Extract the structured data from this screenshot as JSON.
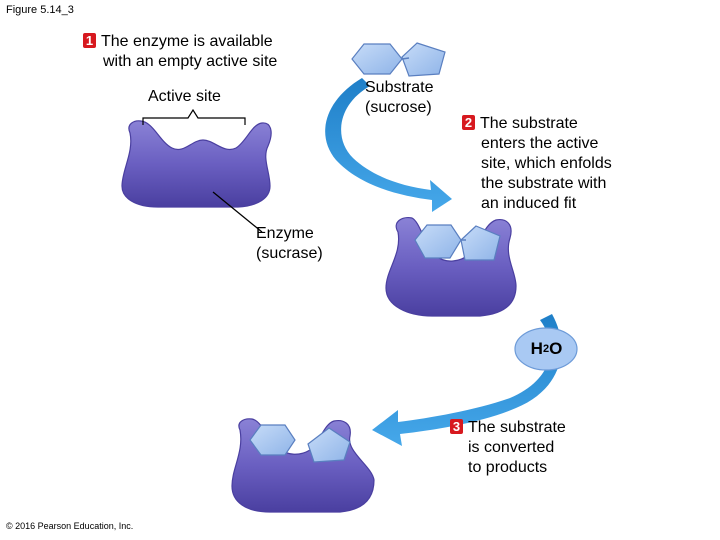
{
  "figure_label": "Figure 5.14_3",
  "steps": [
    {
      "number": "1",
      "lines": [
        "The enzyme is available",
        "with an empty active site"
      ]
    },
    {
      "number": "2",
      "lines": [
        "The substrate",
        "enters the active",
        "site, which enfolds",
        "the substrate with",
        "an induced fit"
      ]
    },
    {
      "number": "3",
      "lines": [
        "The substrate",
        "is converted",
        "to products"
      ]
    }
  ],
  "labels": {
    "active_site": "Active site",
    "substrate_line1": "Substrate",
    "substrate_line2": "(sucrose)",
    "enzyme_line1": "Enzyme",
    "enzyme_line2": "(sucrase)"
  },
  "water": {
    "symbol_h": "H",
    "subscript": "2",
    "symbol_o": "O"
  },
  "copyright": "© 2016 Pearson Education, Inc.",
  "colors": {
    "enzyme": "#6a5fc1",
    "enzyme_dark": "#3f3590",
    "arrow": "#2a8fd6",
    "substrate": "#a9c9f3",
    "step_badge": "#d7191f",
    "water": "#a9c9f3"
  }
}
